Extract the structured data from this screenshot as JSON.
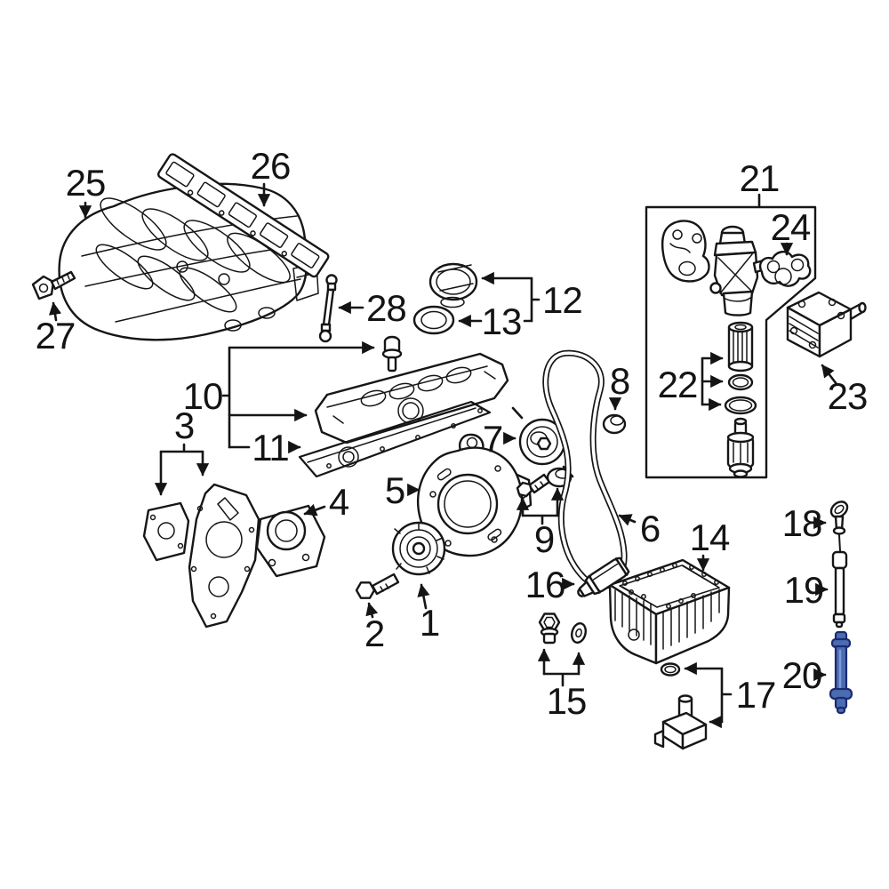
{
  "diagram": {
    "type": "exploded engine parts diagram",
    "colors": {
      "background": "#ffffff",
      "line": "#161616",
      "label": "#141414",
      "highlight_fill": "#4a6cb3",
      "highlight_stroke": "#1b2a6e"
    },
    "highlighted_callout": "20",
    "callouts": {
      "c1": {
        "label": "1"
      },
      "c2": {
        "label": "2"
      },
      "c3": {
        "label": "3"
      },
      "c4": {
        "label": "4"
      },
      "c5": {
        "label": "5"
      },
      "c6": {
        "label": "6"
      },
      "c7": {
        "label": "7"
      },
      "c8": {
        "label": "8"
      },
      "c9": {
        "label": "9"
      },
      "c10": {
        "label": "10"
      },
      "c11": {
        "label": "11"
      },
      "c12": {
        "label": "12"
      },
      "c13": {
        "label": "13"
      },
      "c14": {
        "label": "14"
      },
      "c15": {
        "label": "15"
      },
      "c16": {
        "label": "16"
      },
      "c17": {
        "label": "17"
      },
      "c18": {
        "label": "18"
      },
      "c19": {
        "label": "19"
      },
      "c20": {
        "label": "20"
      },
      "c21": {
        "label": "21"
      },
      "c22": {
        "label": "22"
      },
      "c23": {
        "label": "23"
      },
      "c24": {
        "label": "24"
      },
      "c25": {
        "label": "25"
      },
      "c26": {
        "label": "26"
      },
      "c27": {
        "label": "27"
      },
      "c28": {
        "label": "28"
      }
    }
  }
}
